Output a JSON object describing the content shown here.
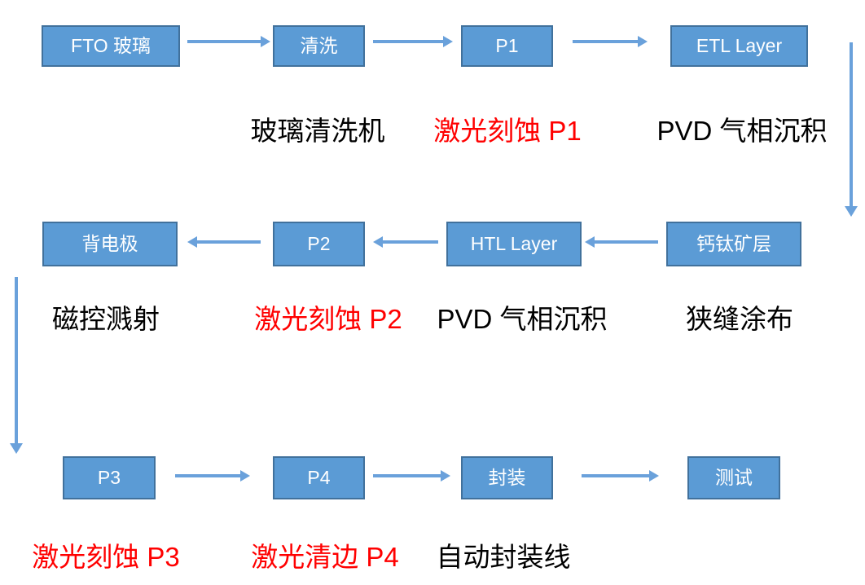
{
  "colors": {
    "background": "#ffffff",
    "box_fill": "#5b9bd5",
    "box_border": "#41719c",
    "box_text": "#ffffff",
    "arrow": "#6aa1db",
    "caption_red": "#ff0000",
    "caption_black": "#000000"
  },
  "rows": [
    {
      "direction": "left-to-right",
      "boxes": [
        {
          "label": "FTO 玻璃"
        },
        {
          "label": "清洗"
        },
        {
          "label": "P1"
        },
        {
          "label": "ETL Layer"
        }
      ],
      "captions": [
        {
          "text": "玻璃清洗机",
          "color": "black"
        },
        {
          "text": "激光刻蚀 P1",
          "color": "red"
        },
        {
          "text": "PVD 气相沉积",
          "color": "black"
        }
      ]
    },
    {
      "direction": "right-to-left",
      "boxes": [
        {
          "label": "背电极"
        },
        {
          "label": "P2"
        },
        {
          "label": "HTL Layer"
        },
        {
          "label": "钙钛矿层"
        }
      ],
      "captions": [
        {
          "text": "磁控溅射",
          "color": "black"
        },
        {
          "text": "激光刻蚀 P2",
          "color": "red"
        },
        {
          "text": "PVD 气相沉积",
          "color": "black"
        },
        {
          "text": "狭缝涂布",
          "color": "black"
        }
      ]
    },
    {
      "direction": "left-to-right",
      "boxes": [
        {
          "label": "P3"
        },
        {
          "label": "P4"
        },
        {
          "label": "封装"
        },
        {
          "label": "测试"
        }
      ],
      "captions": [
        {
          "text": "激光刻蚀 P3",
          "color": "red"
        },
        {
          "text": "激光清边 P4",
          "color": "red"
        },
        {
          "text": "自动封装线",
          "color": "black"
        }
      ]
    }
  ]
}
